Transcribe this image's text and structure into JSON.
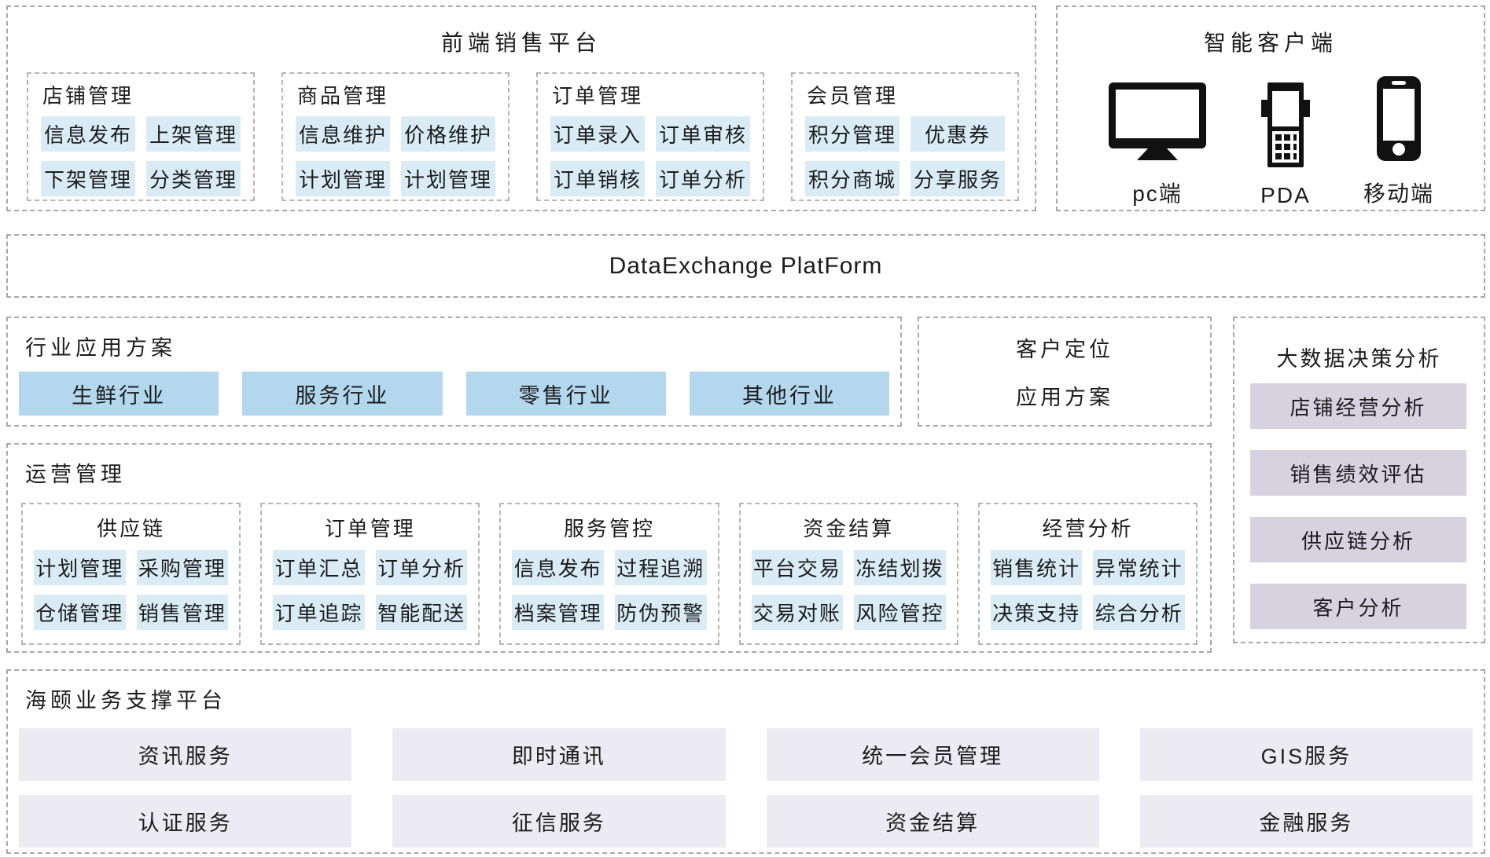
{
  "colors": {
    "chip_blue": "#d9ecf6",
    "industry_blue": "#b3d8ee",
    "analysis_purple": "#d6d2df",
    "support_gray": "#edebf2",
    "border_gray": "#a8a8a8",
    "icon_black": "#111111",
    "text": "#1c1c1c"
  },
  "frontend": {
    "title": "前端销售平台",
    "groups": [
      {
        "title": "店铺管理",
        "items": [
          "信息发布",
          "上架管理",
          "下架管理",
          "分类管理"
        ]
      },
      {
        "title": "商品管理",
        "items": [
          "信息维护",
          "价格维护",
          "计划管理",
          "计划管理"
        ]
      },
      {
        "title": "订单管理",
        "items": [
          "订单录入",
          "订单审核",
          "订单销核",
          "订单分析"
        ]
      },
      {
        "title": "会员管理",
        "items": [
          "积分管理",
          "优惠券",
          "积分商城",
          "分享服务"
        ]
      }
    ]
  },
  "smart_client": {
    "title": "智能客户端",
    "devices": [
      {
        "icon": "monitor-icon",
        "label": "pc端"
      },
      {
        "icon": "pda-icon",
        "label": "PDA"
      },
      {
        "icon": "mobile-icon",
        "label": "移动端"
      }
    ]
  },
  "exchange": {
    "title": "DataExchange PlatForm"
  },
  "industry": {
    "title": "行业应用方案",
    "items": [
      "生鲜行业",
      "服务行业",
      "零售行业",
      "其他行业"
    ]
  },
  "customer": {
    "line1": "客户定位",
    "line2": "应用方案"
  },
  "bigdata": {
    "title": "大数据决策分析",
    "items": [
      "店铺经营分析",
      "销售绩效评估",
      "供应链分析",
      "客户分析"
    ]
  },
  "operations": {
    "title": "运营管理",
    "groups": [
      {
        "title": "供应链",
        "items": [
          "计划管理",
          "采购管理",
          "仓储管理",
          "销售管理"
        ]
      },
      {
        "title": "订单管理",
        "items": [
          "订单汇总",
          "订单分析",
          "订单追踪",
          "智能配送"
        ]
      },
      {
        "title": "服务管控",
        "items": [
          "信息发布",
          "过程追溯",
          "档案管理",
          "防伪预警"
        ]
      },
      {
        "title": "资金结算",
        "items": [
          "平台交易",
          "冻结划拨",
          "交易对账",
          "风险管控"
        ]
      },
      {
        "title": "经营分析",
        "items": [
          "销售统计",
          "异常统计",
          "决策支持",
          "综合分析"
        ]
      }
    ]
  },
  "support": {
    "title": "海颐业务支撑平台",
    "items": [
      "资讯服务",
      "即时通讯",
      "统一会员管理",
      "GIS服务",
      "认证服务",
      "征信服务",
      "资金结算",
      "金融服务"
    ]
  }
}
